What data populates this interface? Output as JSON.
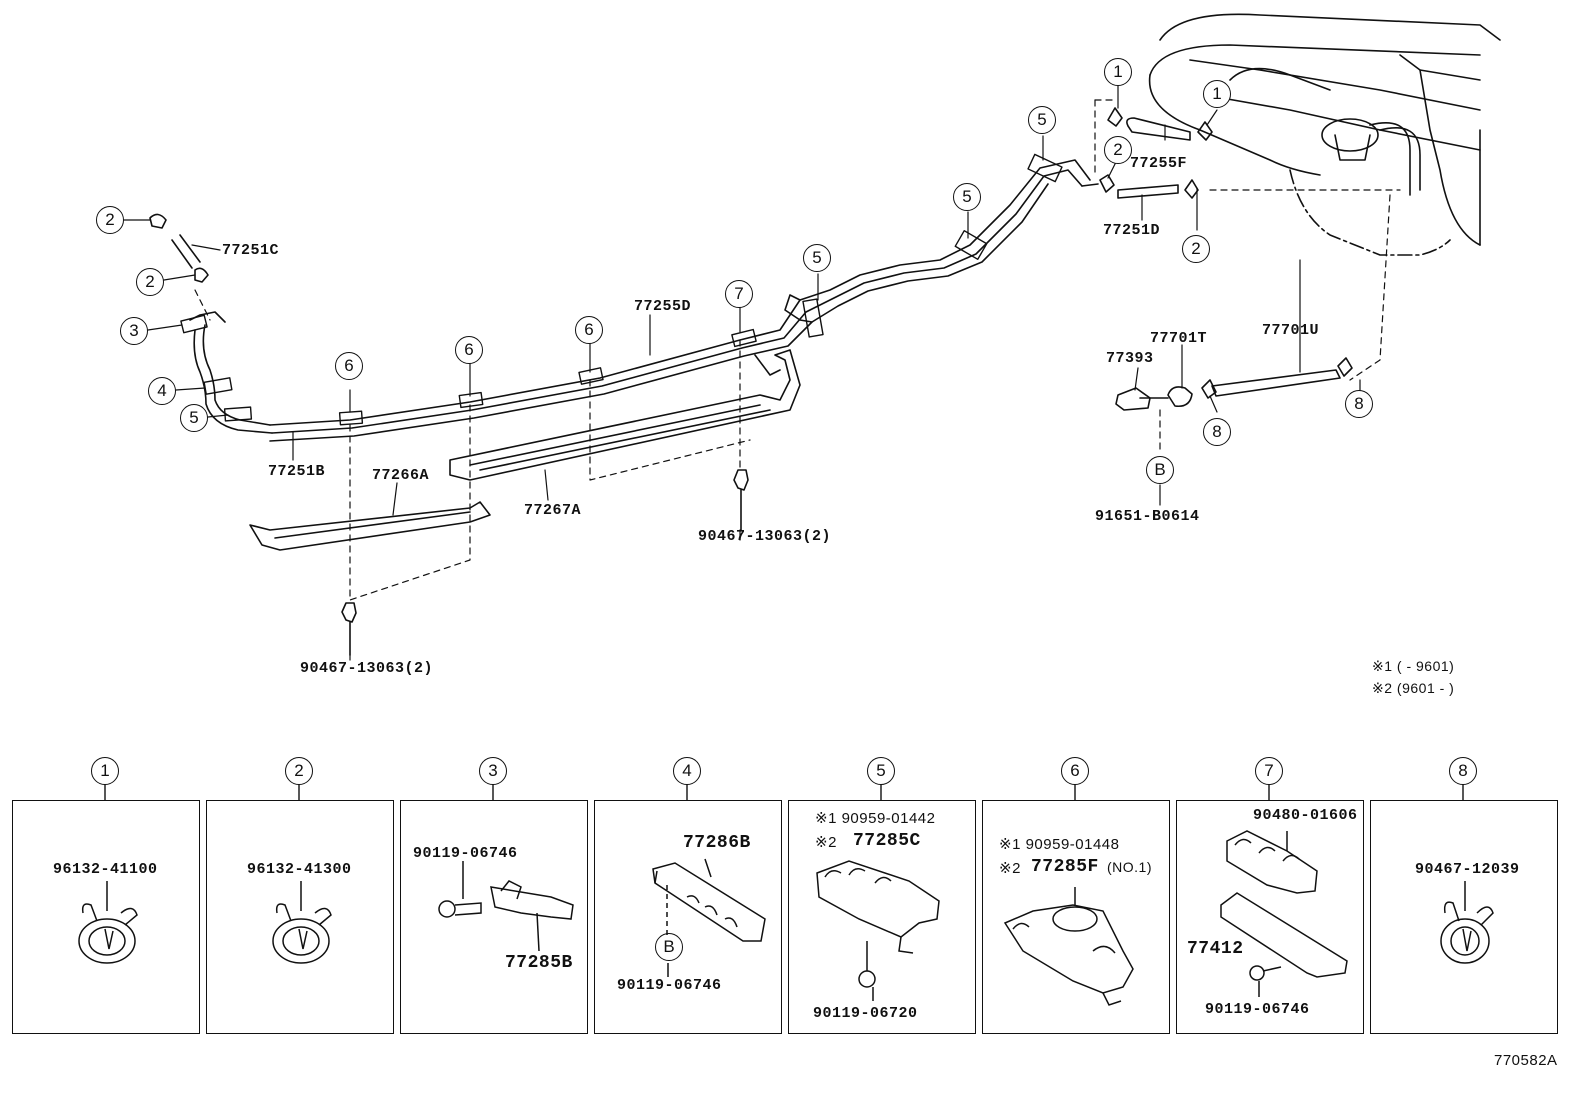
{
  "diagram": {
    "id_label": "770582A",
    "notes": [
      {
        "mark": "※1",
        "text": "(     - 9601)"
      },
      {
        "mark": "※2",
        "text": "(9601 -      )"
      }
    ],
    "callouts": [
      "1",
      "2",
      "3",
      "4",
      "5",
      "6",
      "7",
      "8"
    ],
    "callout_B": "B",
    "parts_main": {
      "p77251C": "77251C",
      "p77255D": "77255D",
      "p77255F": "77255F",
      "p77251D": "77251D",
      "p77251B": "77251B",
      "p77266A": "77266A",
      "p77267A": "77267A",
      "p77393": "77393",
      "p77701T": "77701T",
      "p77701U": "77701U",
      "p91651": "91651-B0614",
      "p90467_a": "90467-13063(2)",
      "p90467_b": "90467-13063(2)"
    },
    "boxes": [
      {
        "num": "1",
        "parts": [
          "96132-41100"
        ]
      },
      {
        "num": "2",
        "parts": [
          "96132-41300"
        ]
      },
      {
        "num": "3",
        "parts": [
          "90119-06746",
          "77285B"
        ]
      },
      {
        "num": "4",
        "parts": [
          "77286B",
          "B",
          "90119-06746"
        ]
      },
      {
        "num": "5",
        "parts": [
          "※1 90959-01442",
          "※2",
          "77285C",
          "90119-06720"
        ]
      },
      {
        "num": "6",
        "parts": [
          "※1 90959-01448",
          "※2",
          "77285F",
          "(NO.1)"
        ]
      },
      {
        "num": "7",
        "parts": [
          "90480-01606",
          "77412",
          "90119-06746"
        ]
      },
      {
        "num": "8",
        "parts": [
          "90467-12039"
        ]
      }
    ]
  }
}
